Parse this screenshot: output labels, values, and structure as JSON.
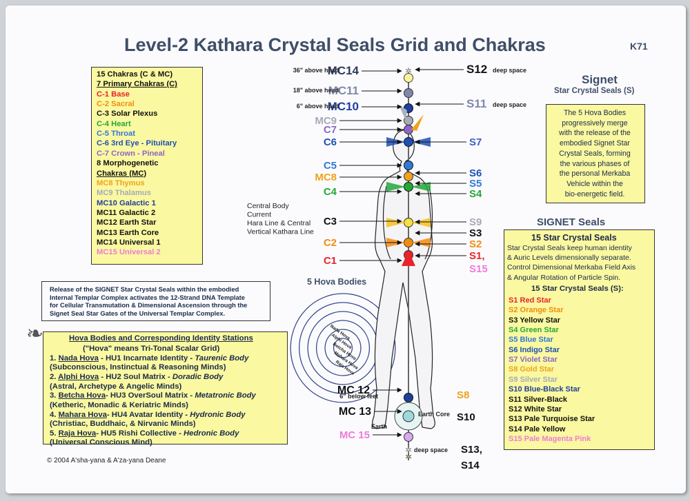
{
  "title": "Level-2 Kathara Crystal Seals Grid and Chakras",
  "code": "K71",
  "chakra_box": {
    "lines": [
      {
        "text": "15 Chakras (C & MC)",
        "color": "#111111",
        "underline": false
      },
      {
        "text": "7 Primary Chakras (C)",
        "color": "#111111",
        "underline": true
      },
      {
        "text": "C-1 Base",
        "color": "#e8232a",
        "underline": false
      },
      {
        "text": "C-2 Sacral",
        "color": "#f28c10",
        "underline": false
      },
      {
        "text": "C-3 Solar Plexus",
        "color": "#111111",
        "underline": false
      },
      {
        "text": "C-4 Heart",
        "color": "#22a838",
        "underline": false
      },
      {
        "text": "C-5 Throat",
        "color": "#2f7ad8",
        "underline": false
      },
      {
        "text": "C-6 3rd Eye - Pituitary",
        "color": "#1f4fb4",
        "underline": false
      },
      {
        "text": "C-7 Crown - Pineal",
        "color": "#8c66c8",
        "underline": false
      },
      {
        "text": "8 Morphogenetic",
        "color": "#111111",
        "underline": false
      },
      {
        "text": "Chakras (MC)",
        "color": "#111111",
        "underline": true
      },
      {
        "text": "MC8 Thymus",
        "color": "#f0a21c",
        "underline": false
      },
      {
        "text": "MC9 Thalamus",
        "color": "#a8aab8",
        "underline": false
      },
      {
        "text": "MC10 Galactic 1",
        "color": "#1f3f9a",
        "underline": false
      },
      {
        "text": "MC11 Galactic 2",
        "color": "#111111",
        "underline": false
      },
      {
        "text": "MC12 Earth Star",
        "color": "#111111",
        "underline": false
      },
      {
        "text": "MC13 Earth Core",
        "color": "#111111",
        "underline": false
      },
      {
        "text": "MC14 Universal 1",
        "color": "#111111",
        "underline": false
      },
      {
        "text": "MC15 Universal 2",
        "color": "#f07ad8",
        "underline": false
      }
    ]
  },
  "release_text": [
    "Release of the SIGNET Star Crystal Seals within the embodied",
    "Internal Templar Complex activates the 12-Strand DNA Template",
    "for Cellular Transmutation & Dimensional Ascension through the",
    "Signet Seal Star Gates of the Universal Templar Complex."
  ],
  "hova": {
    "header": "Hova Bodies and Corresponding Identity Stations",
    "subheader": "(\"Hova\" means Tri-Tonal Scalar Grid)",
    "entries": [
      {
        "num": "1. ",
        "name": "Nada Hova",
        "mid": " - HU1 Incarnate Identity - ",
        "body": "Taurenic Body",
        "sub": "(Subconscious, Instinctual & Reasoning Minds)"
      },
      {
        "num": "2. ",
        "name": "Alphi Hova",
        "mid": " - HU2 Soul Matrix - ",
        "body": "Doradic Body",
        "sub": "(Astral, Archetype & Angelic Minds)"
      },
      {
        "num": "3. ",
        "name": "Betcha Hova",
        "mid": "- HU3 OverSoul Matrix - ",
        "body": "Metatronic Body",
        "sub": "(Ketheric, Monadic & Keriatric Minds)"
      },
      {
        "num": "4. ",
        "name": "Mahara Hova",
        "mid": "- HU4 Avatar Identity - ",
        "body": "Hydronic Body",
        "sub": "(Christiac, Buddhaic, & Nirvanic Minds)"
      },
      {
        "num": "5. ",
        "name": "Raja Hova",
        "mid": "- HU5 Rishi Collective - ",
        "body": "Hedronic Body",
        "sub": "(Universal Conscious Mind)"
      }
    ]
  },
  "copyright": "© 2004 A'sha-yana & A'za-yana Deane",
  "signet": {
    "heading": "Signet",
    "subheading": "Star Crystal Seals (S)",
    "box_lines": [
      "The 5 Hova Bodies",
      "progressively merge",
      "with the release of the",
      "embodied Signet Star",
      "Crystal Seals, forming",
      "the various phases of",
      "the personal Merkaba",
      "Vehicle within the",
      "bio-energetic field."
    ]
  },
  "seals": {
    "heading": "SIGNET Seals",
    "box_title": "15 Star Crystal Seals",
    "desc_lines": [
      "Star Crystal Seals keep human identity",
      "& Auric Levels dimensionally separate.",
      "Control Dimensional Merkaba Field Axis",
      "& Angular Rotation of Particle Spin."
    ],
    "list_title": "15 Star Crystal Seals (S):",
    "list": [
      {
        "code": "S1",
        "name": "Red Star",
        "color": "#e8232a"
      },
      {
        "code": "S2",
        "name": "Orange Star",
        "color": "#f28c10"
      },
      {
        "code": "S3",
        "name": "Yellow Star",
        "color": "#111111"
      },
      {
        "code": "S4",
        "name": "Green Star",
        "color": "#22a838"
      },
      {
        "code": "S5",
        "name": "Blue Star",
        "color": "#2f7ad8"
      },
      {
        "code": "S6",
        "name": "Indigo Star",
        "color": "#1f4fb4"
      },
      {
        "code": "S7",
        "name": "Violet Star",
        "color": "#8c66c8"
      },
      {
        "code": "S8",
        "name": "Gold Star",
        "color": "#f0a21c"
      },
      {
        "code": "S9",
        "name": "Silver Star",
        "color": "#a8aab8"
      },
      {
        "code": "S10",
        "name": "Blue-Black Star",
        "color": "#1f3f9a"
      },
      {
        "code": "S11",
        "name": "Silver-Black",
        "color": "#111111"
      },
      {
        "code": "S12",
        "name": "White Star",
        "color": "#111111"
      },
      {
        "code": "S13",
        "name": "Pale Turquoise Star",
        "color": "#111111"
      },
      {
        "code": "S14",
        "name": "Pale Yellow",
        "color": "#111111"
      },
      {
        "code": "S15",
        "name": "Pale Magenta Pink",
        "color": "#f07ad8"
      }
    ]
  },
  "diagram": {
    "five_hova_label": "5 Hova Bodies",
    "hova_spiral_labels": [
      "Nada Hova",
      "Alphi Hova",
      "Betcha Hova",
      "Mahara Hova",
      "Raja Hova"
    ],
    "central_body_lines": [
      "Central Body",
      "Current",
      "Hara Line & Central",
      "Vertical Kathara Line"
    ],
    "left_labels": [
      {
        "id": "mc14",
        "text": "MC14",
        "note": "36\" above head",
        "color": "#2b3a5c"
      },
      {
        "id": "mc11",
        "text": "MC11",
        "note": "18\" above head",
        "color": "#8088a8"
      },
      {
        "id": "mc10",
        "text": "MC10",
        "note": "6\" above head",
        "color": "#1f3f9a"
      },
      {
        "id": "mc9",
        "text": "MC9",
        "note": "",
        "color": "#a8aab8"
      },
      {
        "id": "c7",
        "text": "C7",
        "note": "",
        "color": "#8c66c8"
      },
      {
        "id": "c6",
        "text": "C6",
        "note": "",
        "color": "#1f4fb4"
      },
      {
        "id": "c5",
        "text": "C5",
        "note": "",
        "color": "#2f7ad8"
      },
      {
        "id": "mc8",
        "text": "MC8",
        "note": "",
        "color": "#f0a21c"
      },
      {
        "id": "c4",
        "text": "C4",
        "note": "",
        "color": "#22a838"
      },
      {
        "id": "c3",
        "text": "C3",
        "note": "",
        "color": "#111111"
      },
      {
        "id": "c2",
        "text": "C2",
        "note": "",
        "color": "#f28c10"
      },
      {
        "id": "c1",
        "text": "C1",
        "note": "",
        "color": "#e8232a"
      },
      {
        "id": "mc12",
        "text": "MC 12",
        "note": "6\" below feet",
        "color": "#111111"
      },
      {
        "id": "mc13",
        "text": "MC 13",
        "note": "",
        "color": "#111111"
      },
      {
        "id": "mc15",
        "text": "MC 15",
        "note": "",
        "color": "#f07ad8"
      }
    ],
    "right_labels": [
      {
        "id": "s12",
        "text": "S12",
        "note": "deep space",
        "color": "#111111"
      },
      {
        "id": "s11",
        "text": "S11",
        "note": "deep space",
        "color": "#8088a8"
      },
      {
        "id": "s7",
        "text": "S7",
        "note": "",
        "color": "#3a5cc8"
      },
      {
        "id": "s6",
        "text": "S6",
        "note": "",
        "color": "#1f4fb4"
      },
      {
        "id": "s5",
        "text": "S5",
        "note": "",
        "color": "#2f7ad8"
      },
      {
        "id": "s4",
        "text": "S4",
        "note": "",
        "color": "#22a838"
      },
      {
        "id": "s9",
        "text": "S9",
        "note": "",
        "color": "#a8aab8"
      },
      {
        "id": "s3",
        "text": "S3",
        "note": "",
        "color": "#111111"
      },
      {
        "id": "s2",
        "text": "S2",
        "note": "",
        "color": "#f28c10"
      },
      {
        "id": "s1",
        "text": "S1,",
        "note": "",
        "color": "#e8232a"
      },
      {
        "id": "s15",
        "text": "S15",
        "note": "",
        "color": "#f07ad8"
      },
      {
        "id": "s8",
        "text": "S8",
        "note": "",
        "color": "#f0a21c"
      },
      {
        "id": "s10",
        "text": "S10",
        "note": "Earth Core",
        "color": "#111111"
      },
      {
        "id": "s13",
        "text": "S13,",
        "note": "deep space",
        "color": "#111111"
      },
      {
        "id": "s14",
        "text": "S14",
        "note": "",
        "color": "#111111"
      }
    ],
    "earth_label": "Earth"
  }
}
